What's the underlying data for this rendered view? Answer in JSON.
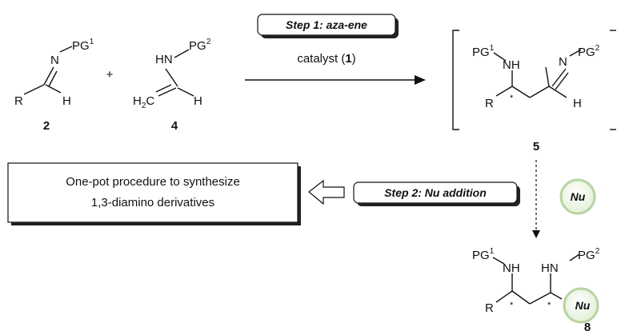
{
  "step1": {
    "label": "Step 1: aza-ene"
  },
  "step2": {
    "label": "Step 2: Nu addition"
  },
  "catalyst": {
    "prefix": "catalyst (",
    "number": "1",
    "suffix": ")"
  },
  "compounds": {
    "imine": {
      "number": "2",
      "pg": "PG",
      "pg_sup": "1",
      "n": "N",
      "r": "R",
      "h": "H"
    },
    "enamine": {
      "number": "4",
      "hn": "HN",
      "pg": "PG",
      "pg_sup": "2",
      "h2c": "H",
      "h2c_sub": "2",
      "c": "C",
      "h": "H"
    },
    "intermediate": {
      "number": "5",
      "pg1": "PG",
      "pg1_sup": "1",
      "nh": "NH",
      "n": "N",
      "pg2": "PG",
      "pg2_sup": "2",
      "r": "R",
      "star": "*",
      "h": "H"
    },
    "product": {
      "number": "8",
      "pg1": "PG",
      "pg1_sup": "1",
      "nh": "NH",
      "hn": "HN",
      "pg2": "PG",
      "pg2_sup": "2",
      "r": "R",
      "star": "*"
    }
  },
  "plus": "+",
  "nu": "Nu",
  "summary": {
    "line1": "One-pot procedure to synthesize",
    "line2": "1,3-diamino derivatives"
  },
  "colors": {
    "nu_fill": "#e6f2dc",
    "nu_stroke": "#b7d4a2",
    "box_shadow": "#222222"
  }
}
